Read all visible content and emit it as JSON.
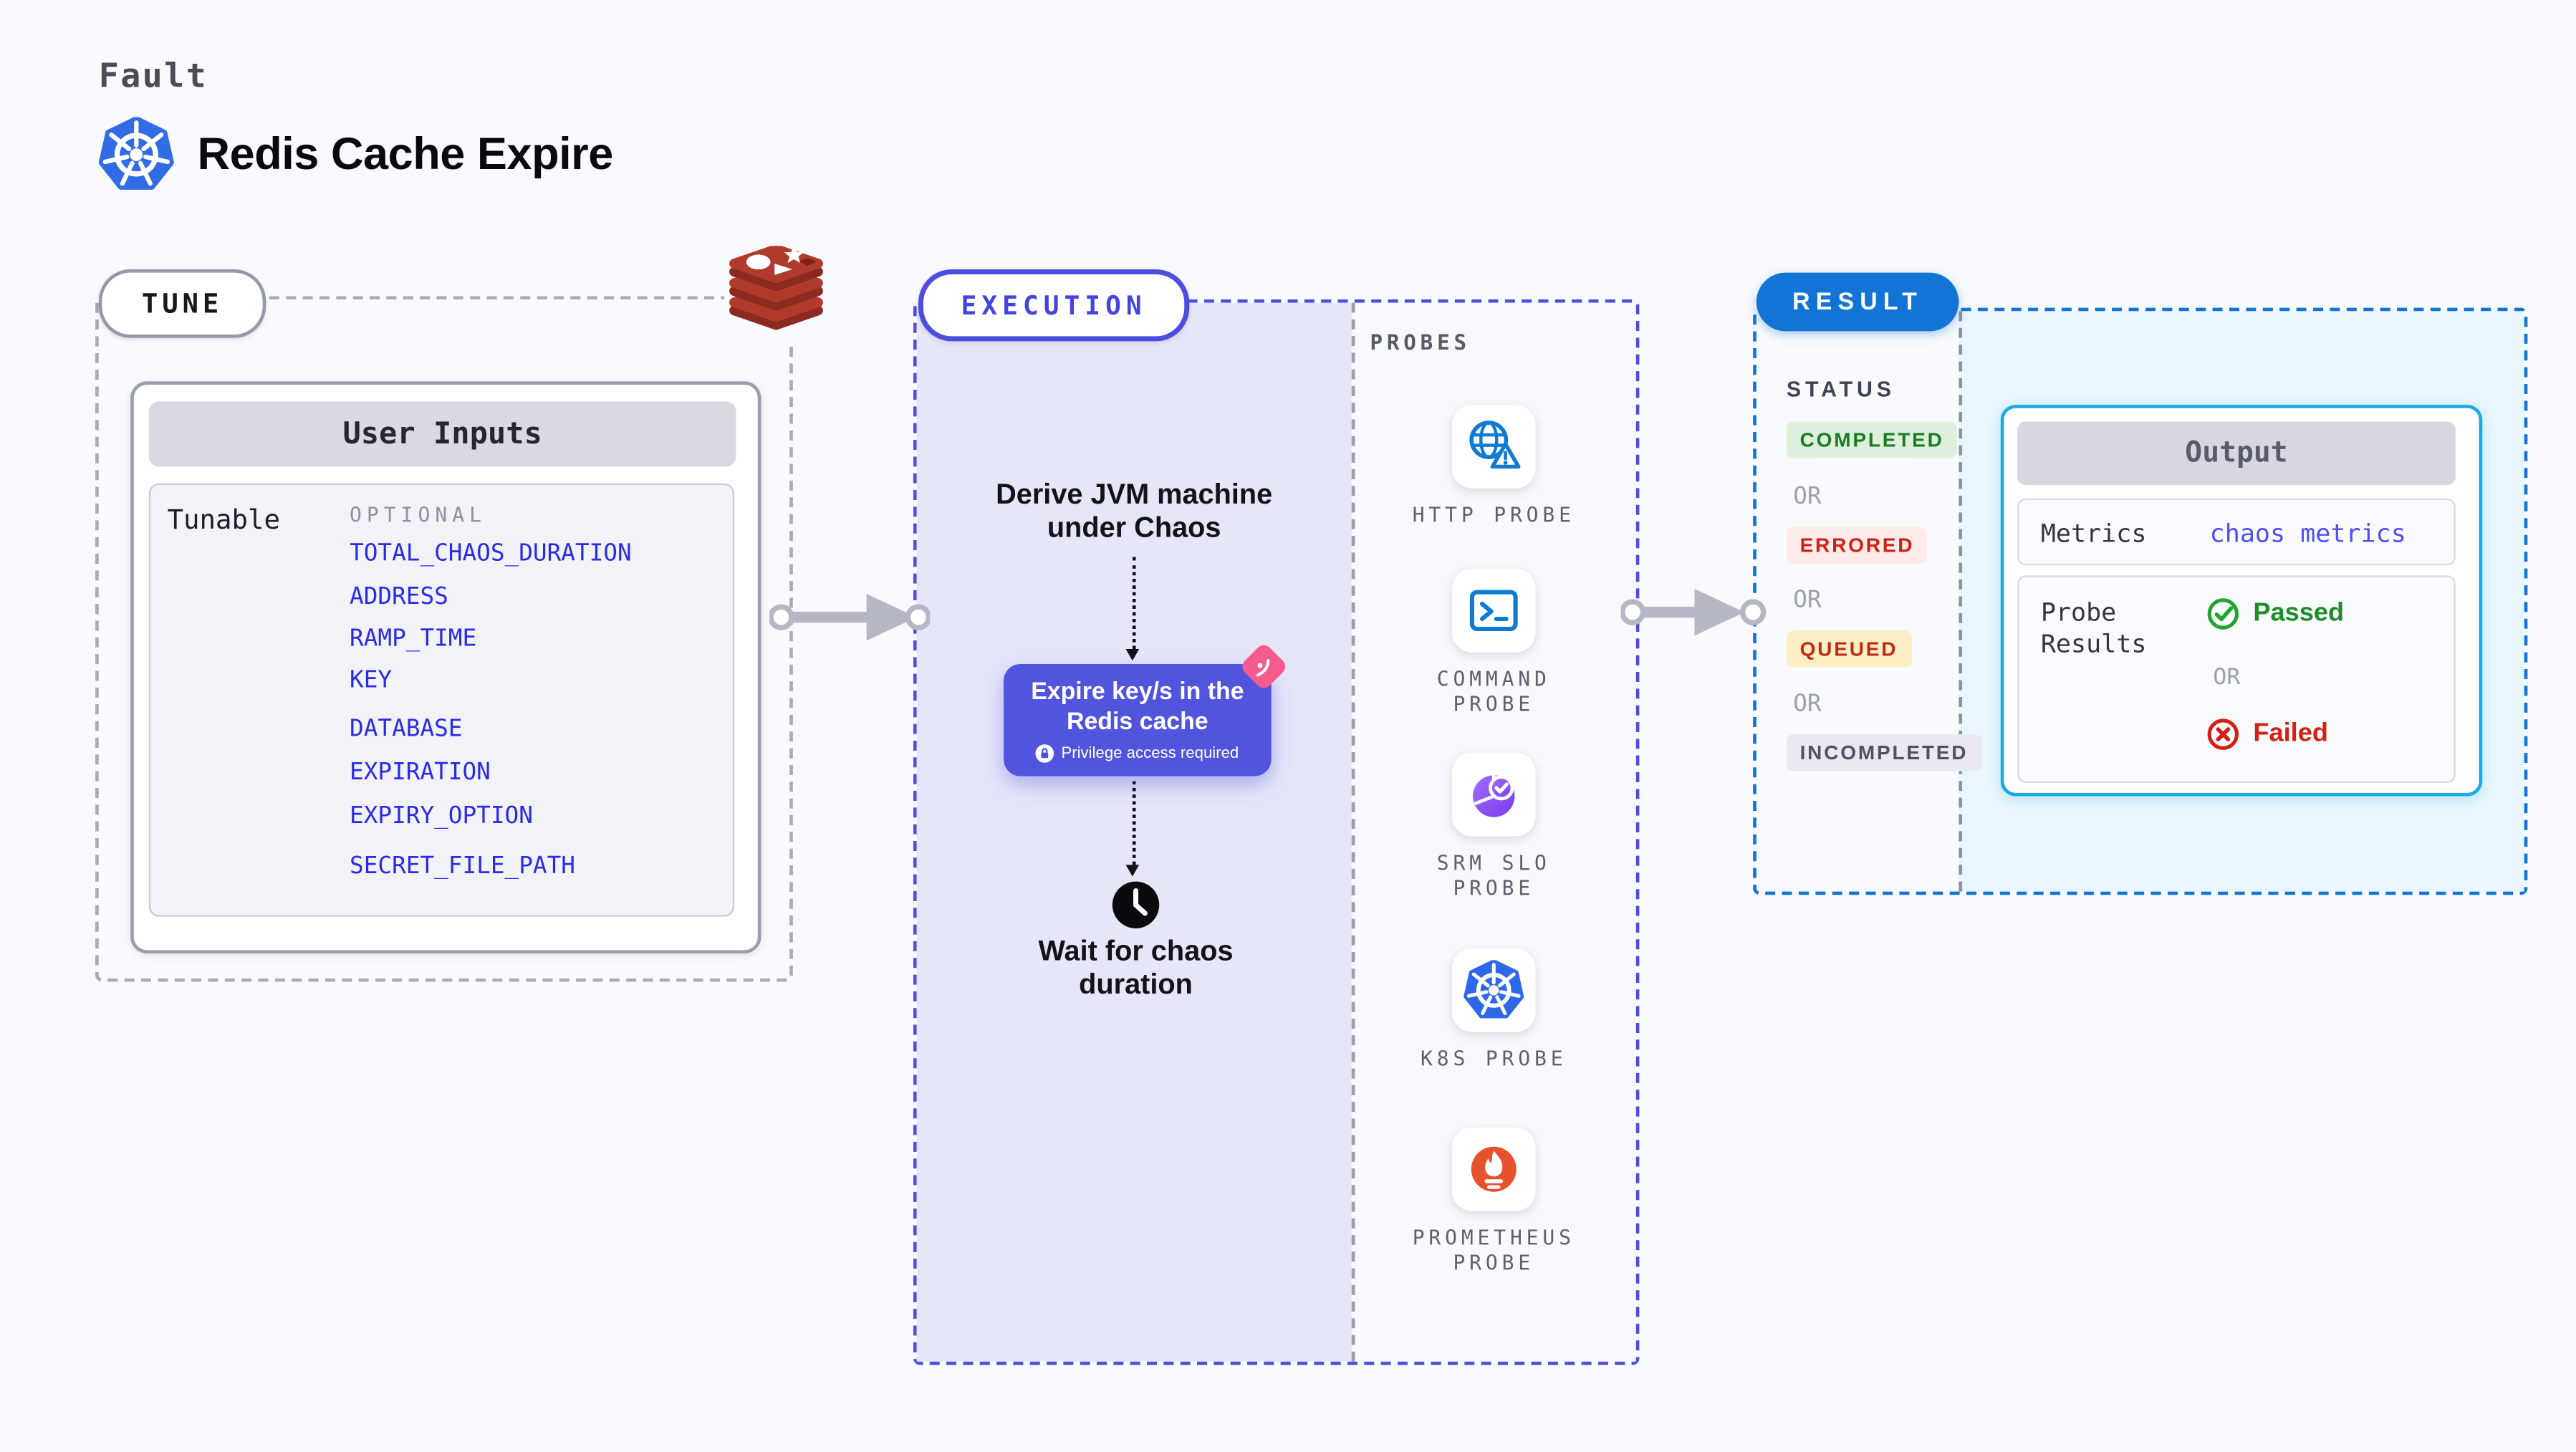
{
  "header": {
    "eyebrow": "Fault",
    "title": "Redis Cache Expire"
  },
  "tune": {
    "pill": "TUNE",
    "panel_title": "User Inputs",
    "group_label": "Tunable",
    "column_label": "OPTIONAL",
    "params": [
      "TOTAL_CHAOS_DURATION",
      "ADDRESS",
      "RAMP_TIME",
      "KEY",
      "DATABASE",
      "EXPIRATION",
      "EXPIRY_OPTION",
      "SECRET_FILE_PATH"
    ]
  },
  "execution": {
    "pill": "EXECUTION",
    "derive_line1": "Derive JVM machine",
    "derive_line2": "under Chaos",
    "fault_line1": "Expire key/s in the",
    "fault_line2": "Redis cache",
    "fault_note": "Privilege access required",
    "wait_line1": "Wait for chaos",
    "wait_line2": "duration"
  },
  "probes": {
    "label": "PROBES",
    "items": [
      {
        "line1": "HTTP PROBE",
        "line2": ""
      },
      {
        "line1": "COMMAND",
        "line2": "PROBE"
      },
      {
        "line1": "SRM SLO",
        "line2": "PROBE"
      },
      {
        "line1": "K8S PROBE",
        "line2": ""
      },
      {
        "line1": "PROMETHEUS",
        "line2": "PROBE"
      }
    ]
  },
  "result": {
    "pill": "RESULT",
    "status_label": "STATUS",
    "or": "OR",
    "statuses": [
      "COMPLETED",
      "ERRORED",
      "QUEUED",
      "INCOMPLETED"
    ],
    "output": {
      "title": "Output",
      "metrics_label": "Metrics",
      "metrics_value": "chaos metrics",
      "probe_label_line1": "Probe",
      "probe_label_line2": "Results",
      "passed": "Passed",
      "or": "OR",
      "failed": "Failed"
    }
  },
  "colors": {
    "accent_indigo": "#4d4ddf",
    "fault_card_purple": "#5154dc",
    "result_blue": "#1274d4",
    "output_border_cyan": "#18abe5",
    "param_link_blue": "#2b2be5",
    "passed_green": "#1d8d27",
    "failed_red": "#d22114",
    "completed_bg": "#def0dc",
    "completed_fg": "#1a7c24",
    "errored_bg": "#fcebe8",
    "errored_fg": "#cd2114",
    "queued_bg": "#fcefc6",
    "queued_fg": "#bf2c10",
    "incompleted_bg": "#e9e9f1",
    "incompleted_fg": "#4e5265",
    "kubernetes_blue": "#326ce5",
    "redis_red": "#b03a2c",
    "prometheus_orange": "#e6522c",
    "probe_icon_blue": "#0f7ad2",
    "srm_purple": "#8b4bf2",
    "chaos_tag_pink": "#f75b8e",
    "execution_bg": "#e6e6f9",
    "result_bg": "#e9f6fd"
  }
}
